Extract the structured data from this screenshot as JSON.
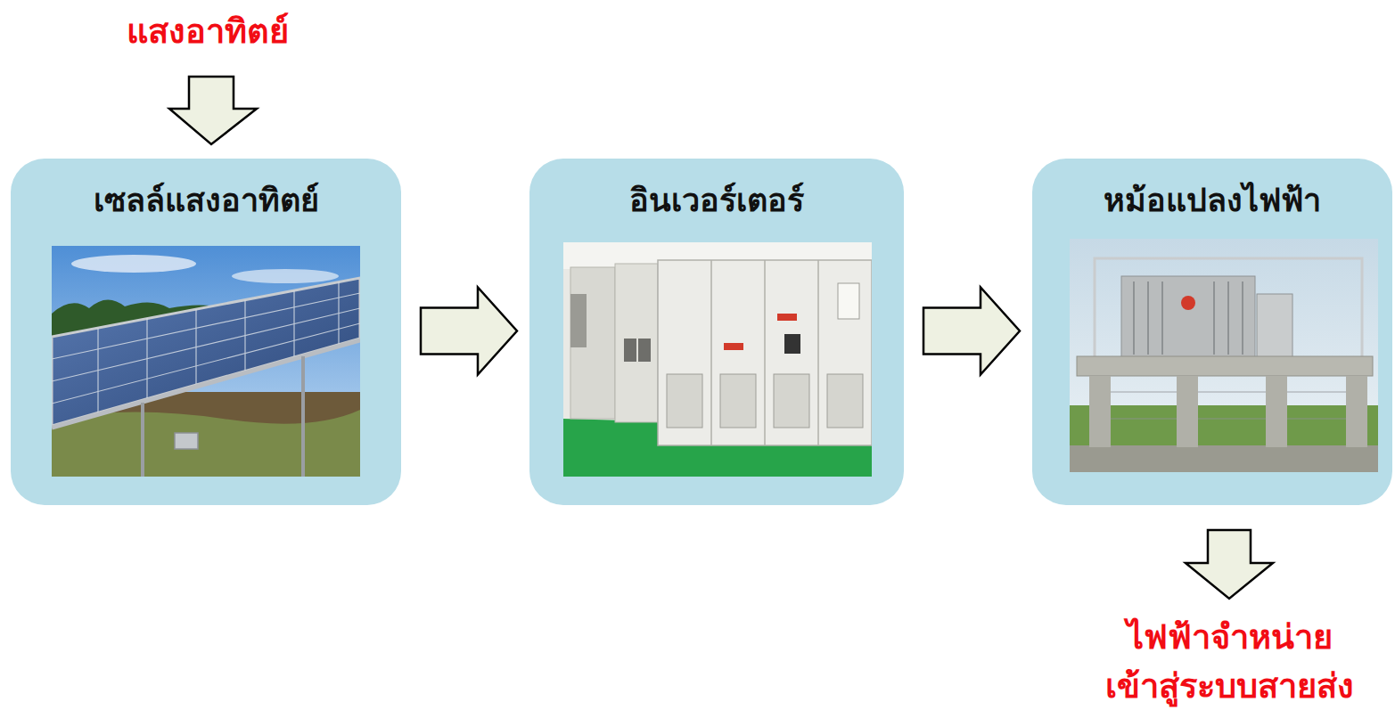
{
  "diagram": {
    "nodes": [
      {
        "text": [
          "เซลล์แสงอาทิตย์"
        ]
      },
      {
        "text": [
          "อินเวอร์เตอร์"
        ]
      },
      {
        "text": [
          "หม้อแปลงไฟฟ้า"
        ]
      }
    ],
    "edges": [
      {
        "from": 0,
        "to": 1,
        "arrow": "to"
      },
      {
        "from": 1,
        "to": 2,
        "arrow": "to"
      }
    ],
    "labels": [
      "แสงอาทิตย์",
      "ไฟฟ้าจำหน่าย เข้าสู่ระบบสายส่ง"
    ]
  }
}
